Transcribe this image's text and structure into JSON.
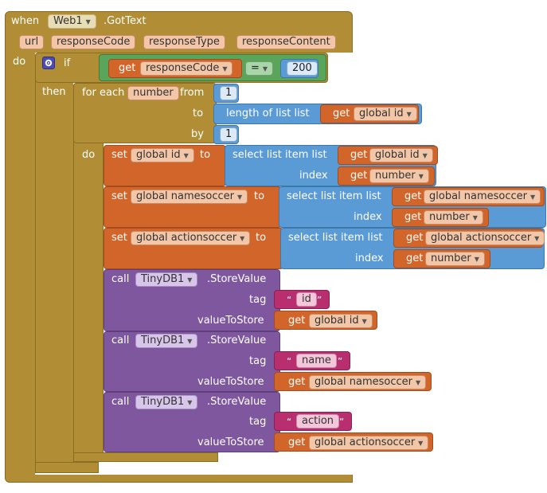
{
  "event": {
    "when": "when",
    "component": "Web1",
    "event_name": ".GotText",
    "params": [
      "url",
      "responseCode",
      "responseType",
      "responseContent"
    ],
    "do": "do"
  },
  "if_block": {
    "if": "if",
    "then": "then",
    "get": "get",
    "var": "responseCode",
    "op": "=",
    "value": "200"
  },
  "for_each": {
    "label": "for each",
    "var": "number",
    "from_label": "from",
    "from": "1",
    "to_label": "to",
    "length_label": "length of list  list",
    "list_get": "get",
    "list_var": "global id",
    "by_label": "by",
    "by": "1",
    "do": "do"
  },
  "sets": [
    {
      "set": "set",
      "var": "global id",
      "to": "to",
      "select": "select list item  list",
      "index": "index",
      "get": "get",
      "list": "global id",
      "idx": "number"
    },
    {
      "set": "set",
      "var": "global namesoccer",
      "to": "to",
      "select": "select list item  list",
      "index": "index",
      "get": "get",
      "list": "global namesoccer",
      "idx": "number"
    },
    {
      "set": "set",
      "var": "global actionsoccer",
      "to": "to",
      "select": "select list item  list",
      "index": "index",
      "get": "get",
      "list": "global actionsoccer",
      "idx": "number"
    }
  ],
  "calls": [
    {
      "call": "call",
      "component": "TinyDB1",
      "method": ".StoreValue",
      "tag_label": "tag",
      "tag": "id",
      "value_label": "valueToStore",
      "get": "get",
      "var": "global id"
    },
    {
      "call": "call",
      "component": "TinyDB1",
      "method": ".StoreValue",
      "tag_label": "tag",
      "tag": "name",
      "value_label": "valueToStore",
      "get": "get",
      "var": "global namesoccer"
    },
    {
      "call": "call",
      "component": "TinyDB1",
      "method": ".StoreValue",
      "tag_label": "tag",
      "tag": "action",
      "value_label": "valueToStore",
      "get": "get",
      "var": "global actionsoccer"
    }
  ],
  "quote_open": "“",
  "quote_close": "”",
  "caret": "▼"
}
